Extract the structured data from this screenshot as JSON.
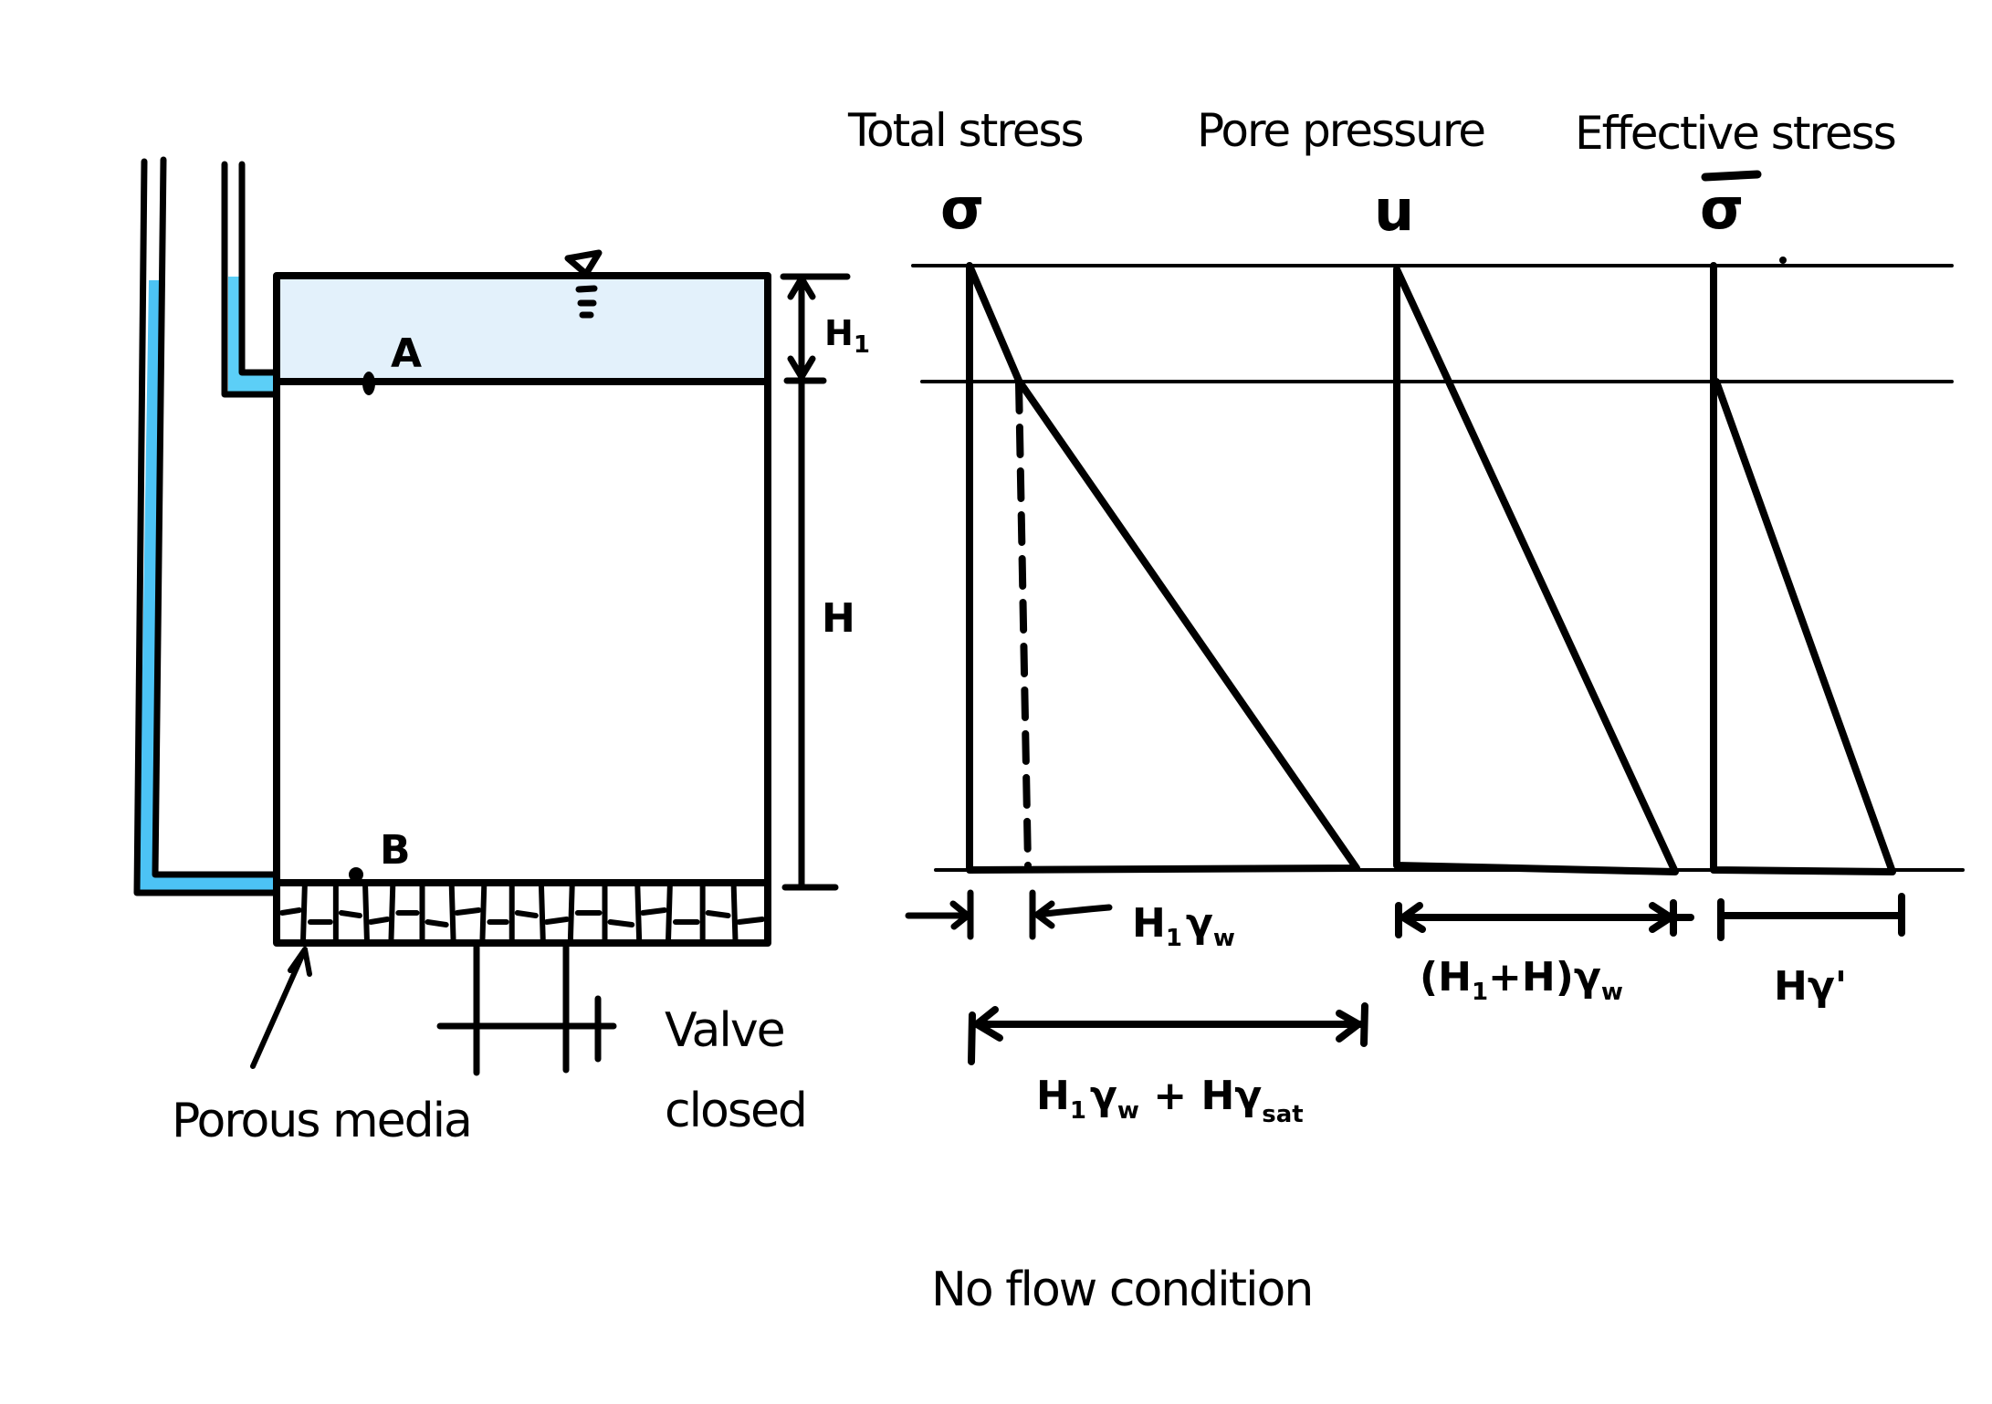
{
  "title": "No flow condition",
  "colors": {
    "ink": "#000000",
    "tank_water": "#e3f1fb",
    "tube_water": "#4cc3f5",
    "background": "#ffffff"
  },
  "apparatus": {
    "point_a_label": "A",
    "point_b_label": "B",
    "dim_h1_label": "H",
    "dim_h1_sub": "1",
    "dim_h_label": "H",
    "porous_label": "Porous media",
    "valve_label_line1": "Valve",
    "valve_label_line2": "closed",
    "water_table_icon": "water-table-triangle"
  },
  "stress_diagrams": [
    {
      "id": "total",
      "heading": "Total stress",
      "symbol": "σ",
      "bottom_label_short": {
        "main": "H",
        "sub1": "1",
        "mid": "γ",
        "sub2": "w"
      },
      "bottom_label_long": {
        "p1": "H",
        "s1": "1",
        "p2": "γ",
        "s2": "w",
        "p3": " + Hγ",
        "s3": "sat"
      }
    },
    {
      "id": "pore",
      "heading": "Pore pressure",
      "symbol": "u",
      "bottom_label": {
        "main": "(H",
        "sub1": "1",
        "rest": "+H)γ",
        "sub2": "w"
      }
    },
    {
      "id": "effective",
      "heading": "Effective stress",
      "symbol": "σ̄",
      "symbol_base": "σ",
      "bottom_label": "Hγ'"
    }
  ]
}
